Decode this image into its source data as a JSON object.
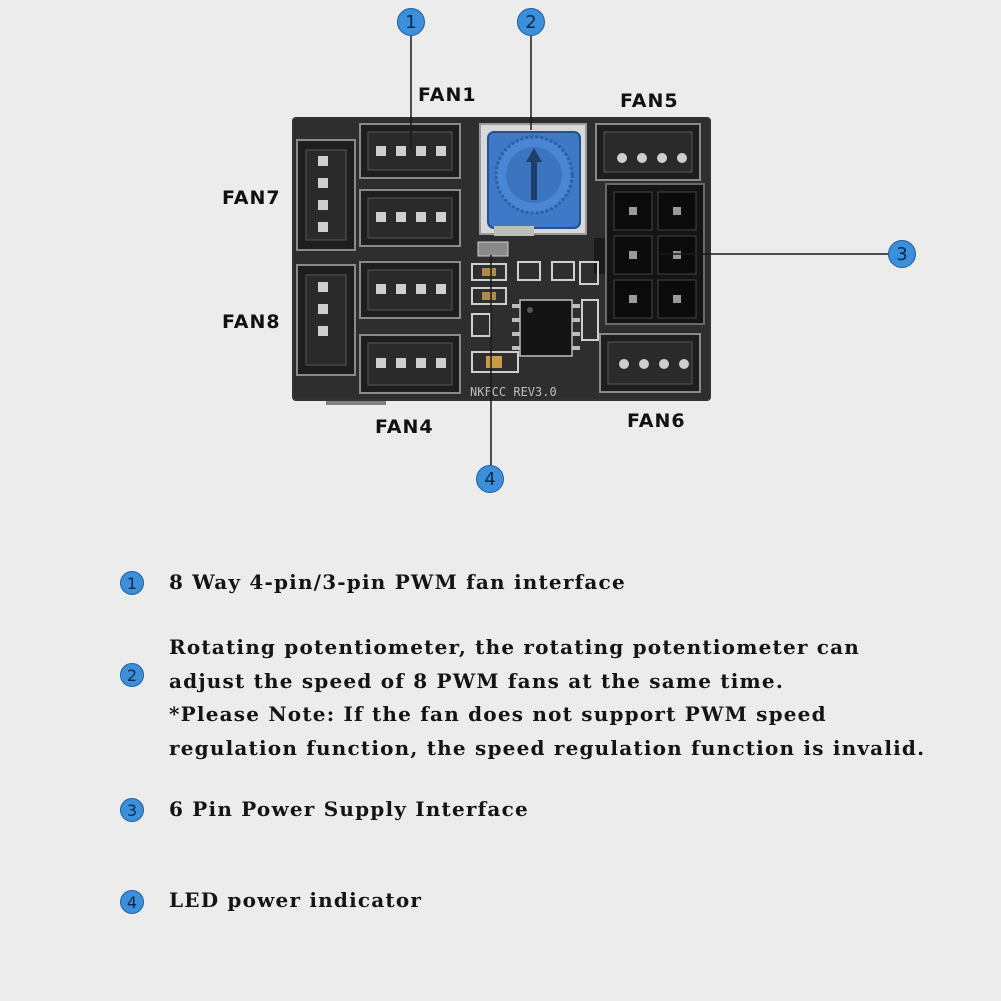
{
  "diagram": {
    "fan_labels": {
      "fan1": "FAN1",
      "fan5": "FAN5",
      "fan7": "FAN7",
      "fan8": "FAN8",
      "fan4": "FAN4",
      "fan6": "FAN6"
    },
    "board_silkscreen": "NKFCC REV3.0",
    "markers": [
      "1",
      "2",
      "3",
      "4"
    ]
  },
  "legend": [
    {
      "number": "1",
      "lines": [
        "8 Way 4-pin/3-pin PWM fan interface"
      ]
    },
    {
      "number": "2",
      "lines": [
        "Rotating potentiometer, the rotating potentiometer can",
        "adjust the speed of 8 PWM fans at the same time.",
        "*Please Note: If the fan does not support PWM speed",
        "regulation function, the speed regulation function is invalid."
      ]
    },
    {
      "number": "3",
      "lines": [
        "6 Pin Power Supply Interface"
      ]
    },
    {
      "number": "4",
      "lines": [
        "LED power indicator"
      ]
    }
  ],
  "colors": {
    "background": "#ececec",
    "board": "#2b2b2b",
    "potentiometer": "#3f78c6",
    "badge": "#3c8fdb"
  }
}
